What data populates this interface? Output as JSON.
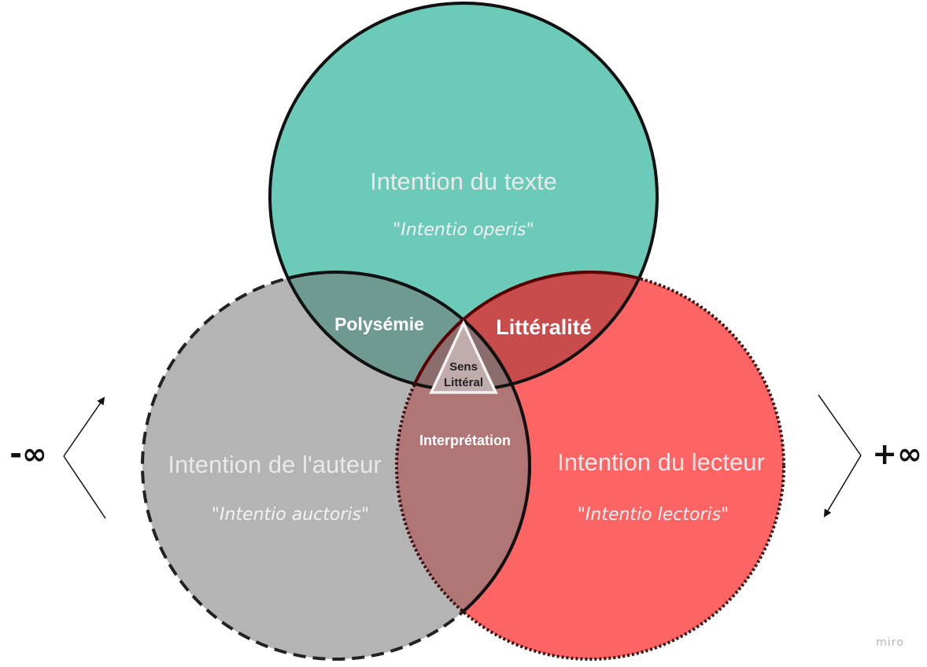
{
  "colors": {
    "texte": "#6ccab8",
    "auteur": "#b4b4b4",
    "lecteur": "#ff6464",
    "polysemie": "#6f9a92",
    "litteralite": "#c84c4c",
    "interpretation": "#b07676",
    "center": "#8b6d6d",
    "triangle": "#c0acac"
  },
  "circles": {
    "texte": {
      "title": "Intention du texte",
      "subtitle": "\"Intentio operis\""
    },
    "auteur": {
      "title": "Intention de l'auteur",
      "subtitle": "\"Intentio auctoris\""
    },
    "lecteur": {
      "title": "Intention du lecteur",
      "subtitle": "\"Intentio lectoris\""
    }
  },
  "overlaps": {
    "polysemie": "Polysémie",
    "litteralite": "Littéralité",
    "interpretation": "Interprétation"
  },
  "center": {
    "line1": "Sens",
    "line2": "Littéral"
  },
  "sides": {
    "left": "-∞",
    "right": "+∞"
  },
  "brand": "miro"
}
